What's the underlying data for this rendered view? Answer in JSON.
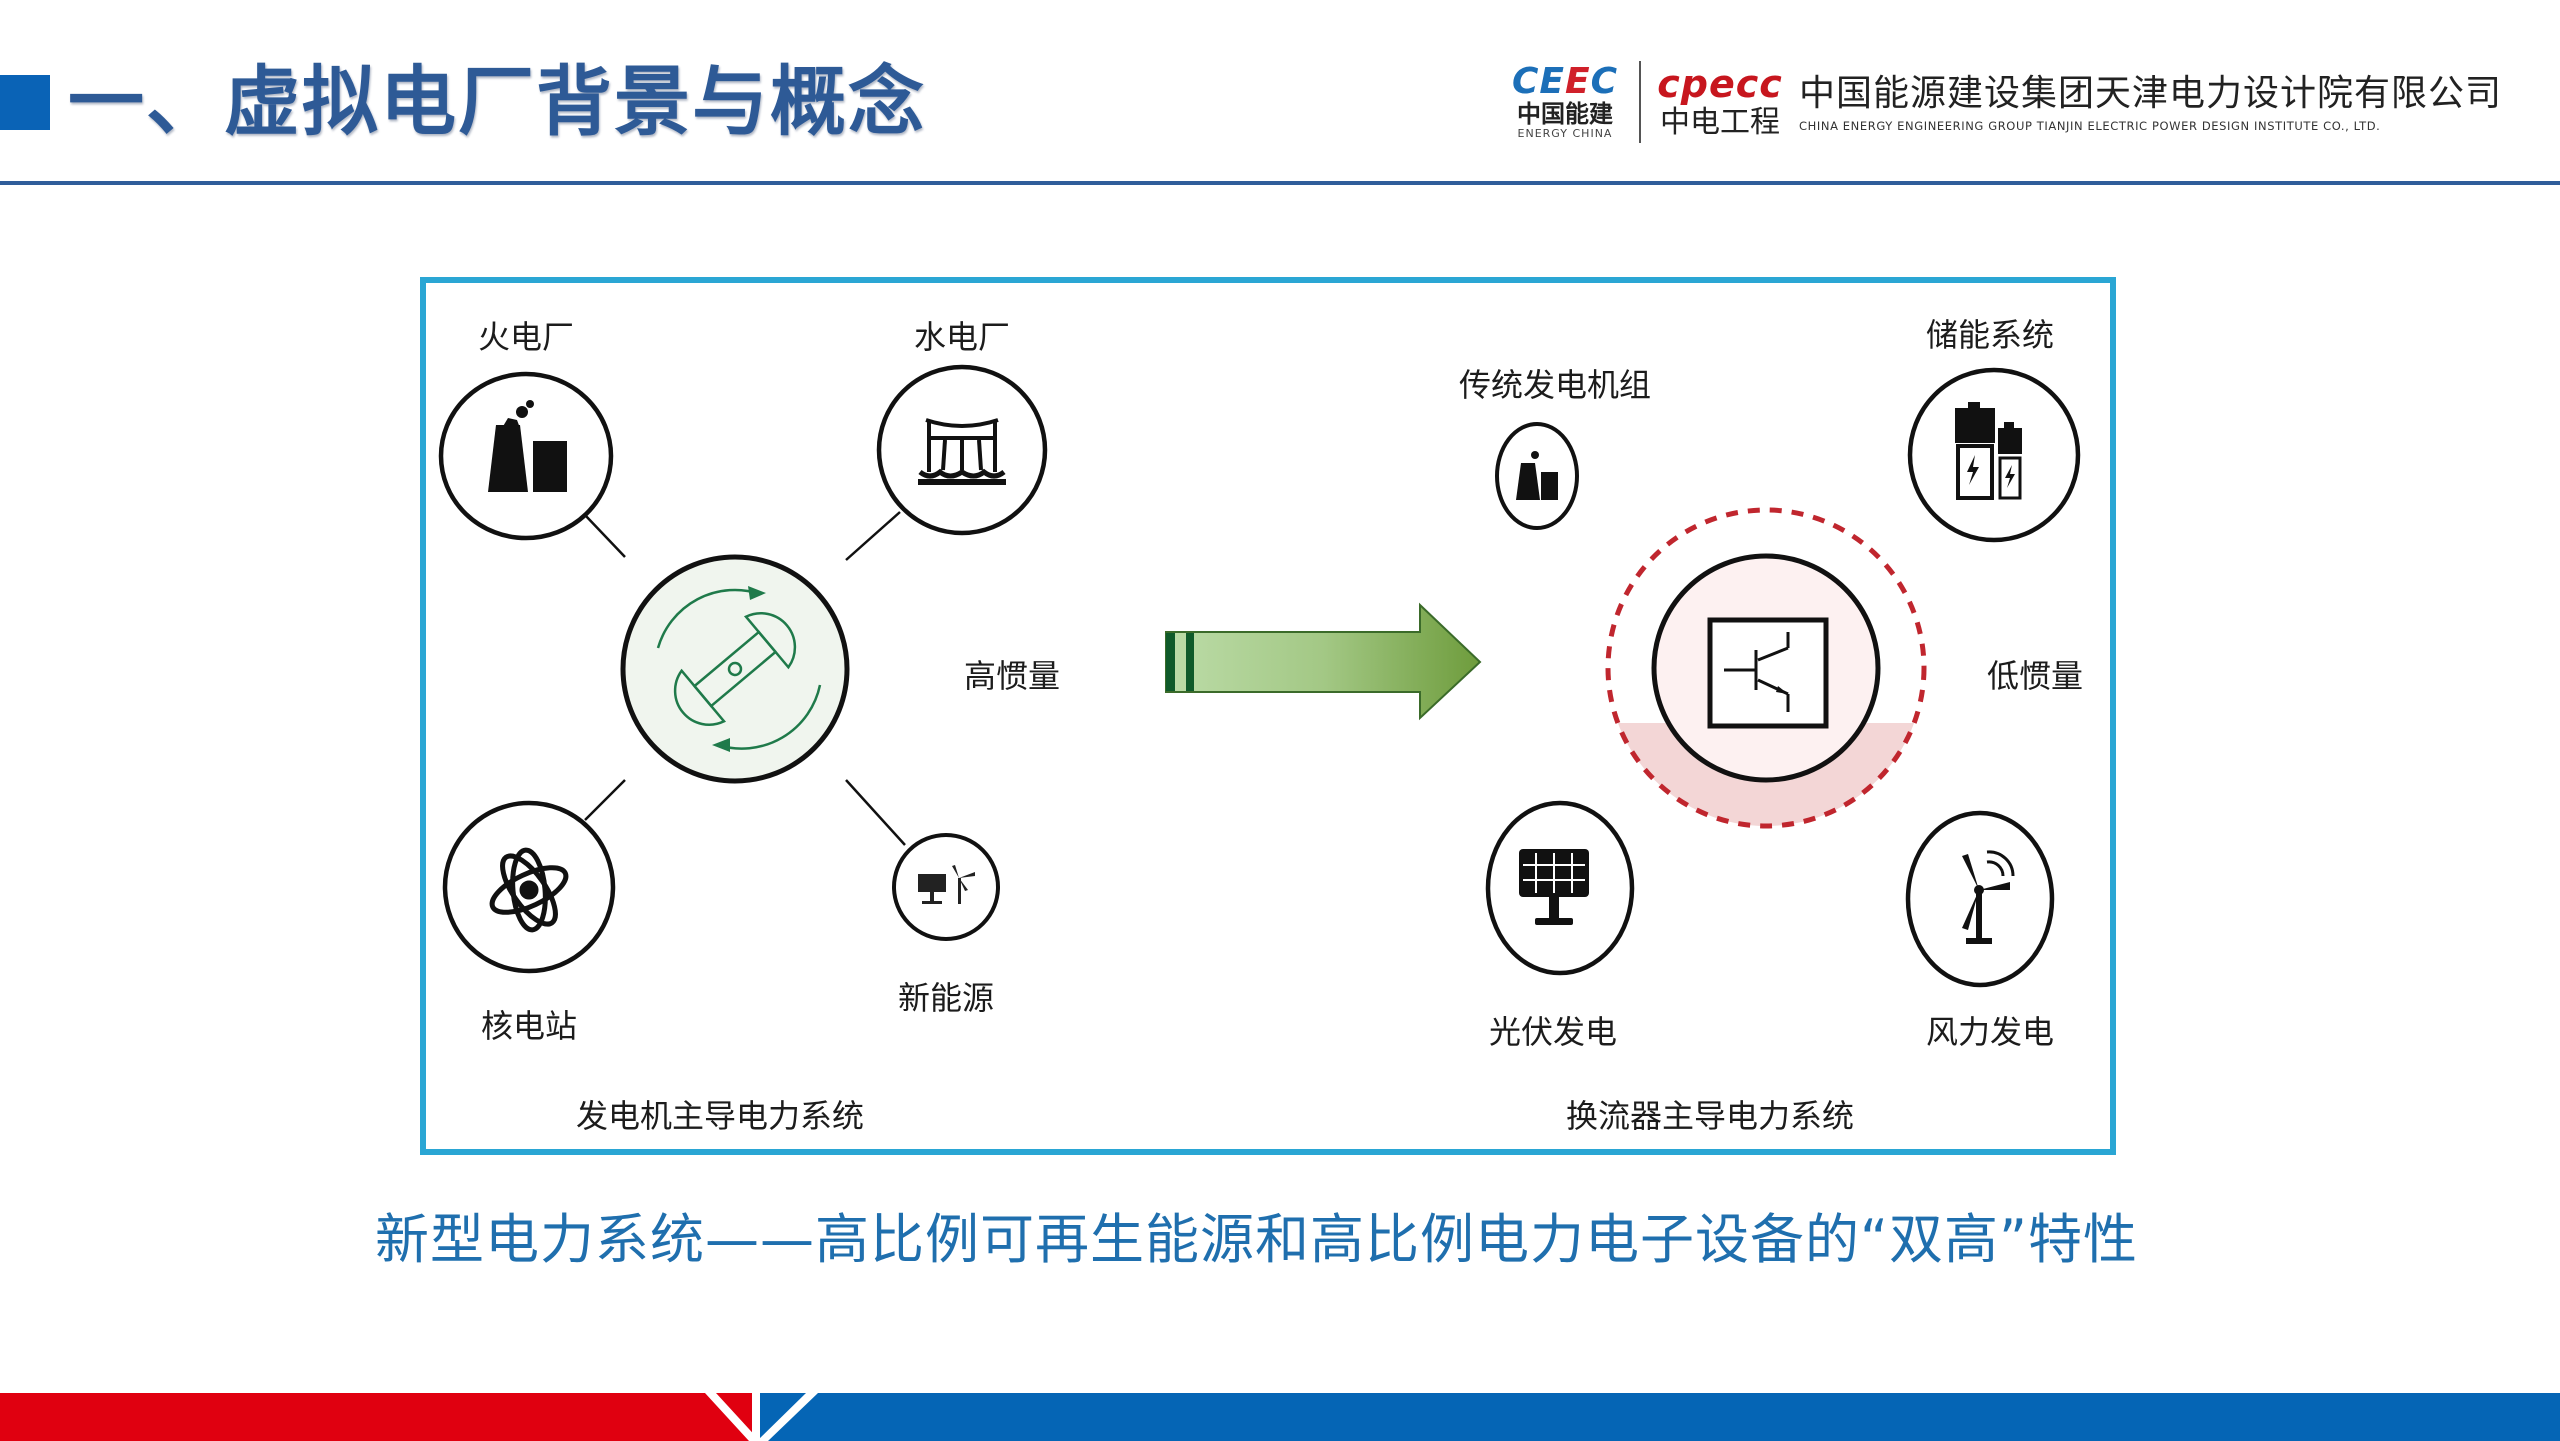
{
  "header": {
    "title": "一、虚拟电厂背景与概念",
    "accent_color": "#0a63b6",
    "title_color": "#2e5a96",
    "logos": {
      "ceec_mark": [
        "CE",
        "E",
        "C"
      ],
      "ceec_cn": "中国能建",
      "ceec_en": "ENERGY CHINA",
      "cpecc_mark": "cpecc",
      "cpecc_cn": "中电工程",
      "company_cn": "中国能源建设集团天津电力设计院有限公司",
      "company_en": "CHINA ENERGY ENGINEERING GROUP TIANJIN ELECTRIC POWER DESIGN INSTITUTE CO., LTD."
    }
  },
  "diagram": {
    "frame_color": "#2aa6d4",
    "left_system": {
      "caption": "发电机主导电力系统",
      "inertia_label": "高惯量",
      "center_icon": "synchronous-generator-rotor-icon",
      "nodes": [
        {
          "label": "火电厂",
          "icon": "thermal-power-plant-icon"
        },
        {
          "label": "水电厂",
          "icon": "hydropower-dam-icon"
        },
        {
          "label": "核电站",
          "icon": "nuclear-atom-icon"
        },
        {
          "label": "新能源",
          "icon": "solar-wind-icon"
        }
      ]
    },
    "transition_arrow": {
      "icon": "right-arrow-icon",
      "color": "#6e9c3c"
    },
    "right_system": {
      "caption": "换流器主导电力系统",
      "inertia_label": "低惯量",
      "center_icon": "power-transistor-igbt-icon",
      "nodes": [
        {
          "label": "传统发电机组",
          "icon": "thermal-power-plant-icon"
        },
        {
          "label": "储能系统",
          "icon": "battery-storage-icon"
        },
        {
          "label": "光伏发电",
          "icon": "solar-panel-icon"
        },
        {
          "label": "风力发电",
          "icon": "wind-turbine-icon"
        }
      ]
    }
  },
  "subtitle": "新型电力系统——高比例可再生能源和高比例电力电子设备的“双高”特性",
  "footer": {
    "left_color": "#e00010",
    "right_color": "#0565b5"
  }
}
